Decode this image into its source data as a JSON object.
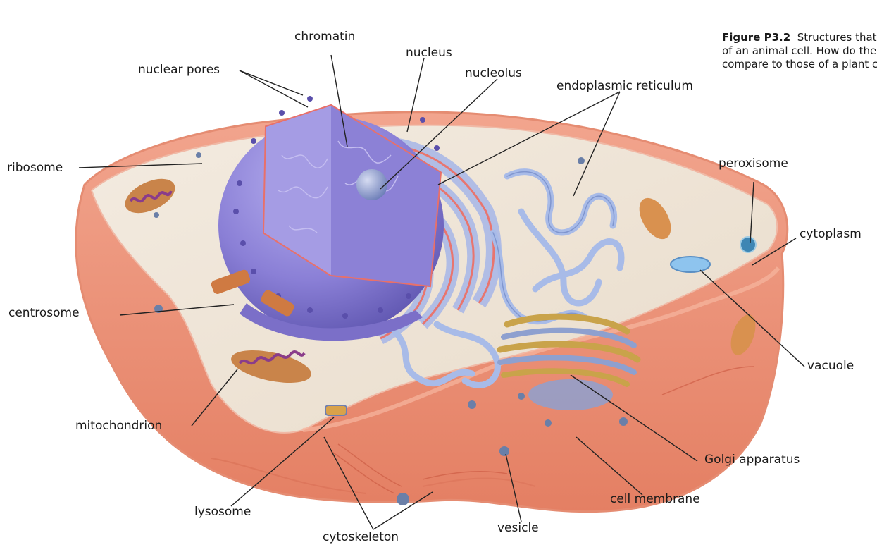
{
  "caption": {
    "figure_number": "Figure P3.2",
    "line1": "Structures that are typ",
    "line2": "of an animal cell. How do these stru",
    "line3": "compare to those of a plant cell?"
  },
  "labels": {
    "nuclear_pores": "nuclear pores",
    "chromatin": "chromatin",
    "nucleus": "nucleus",
    "nucleolus": "nucleolus",
    "endoplasmic_reticulum": "endoplasmic reticulum",
    "ribosome": "ribosome",
    "peroxisome": "peroxisome",
    "cytoplasm": "cytoplasm",
    "centrosome": "centrosome",
    "vacuole": "vacuole",
    "mitochondrion": "mitochondrion",
    "golgi_apparatus": "Golgi apparatus",
    "lysosome": "lysosome",
    "cell_membrane": "cell membrane",
    "vesicle": "vesicle",
    "cytoskeleton": "cytoskeleton"
  },
  "colors": {
    "membrane": "#ef9a80",
    "cytoplasm": "#eee5d8",
    "nucleus": "#8a7fd6",
    "er": "#a9b8e4",
    "er_stripe": "#e8706a",
    "mitochondrion": "#c9844a",
    "leader_line": "#222222"
  }
}
